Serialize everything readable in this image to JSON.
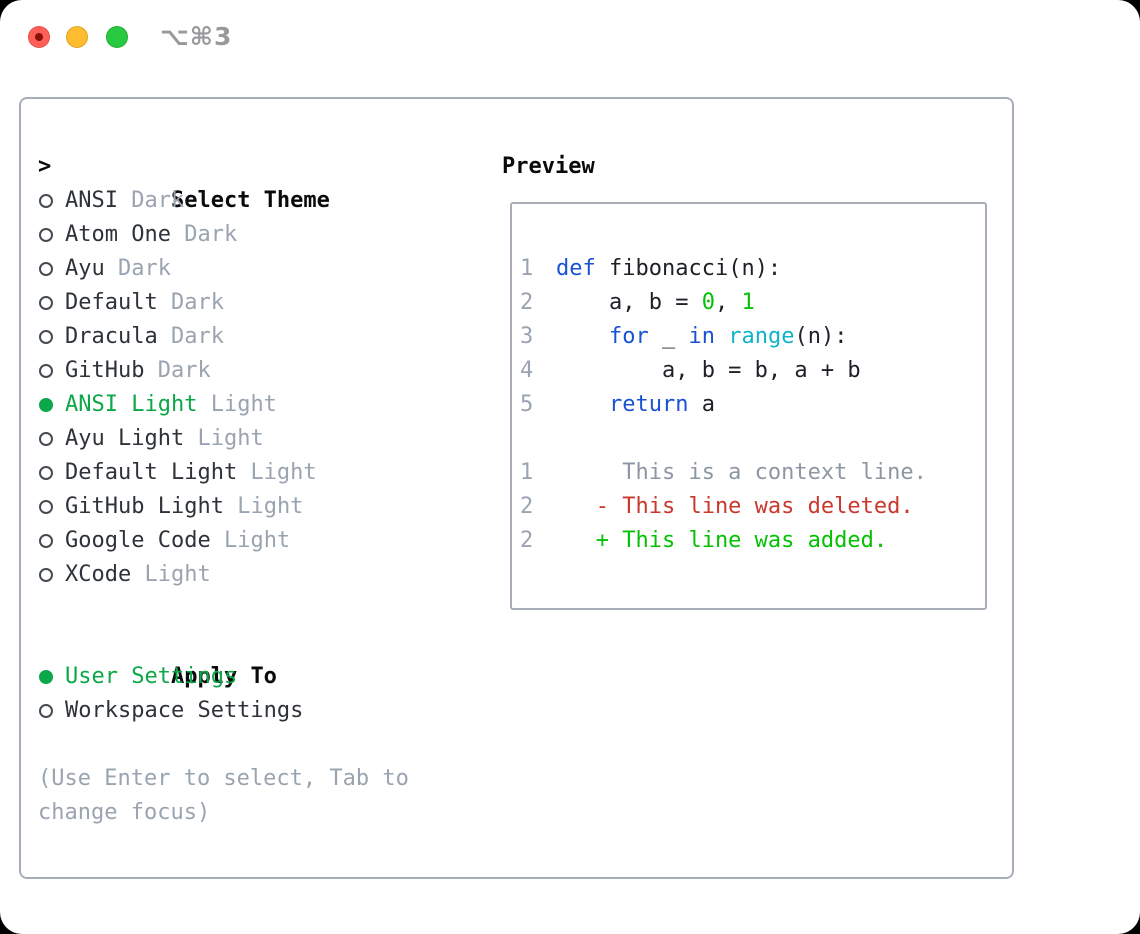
{
  "colors": {
    "accent_green": "#0ca748",
    "bright_green": "#04c104",
    "red": "#c9382c",
    "blue": "#1a52d4",
    "cyan": "#0fb4c6",
    "code_fg": "#1d2127",
    "item_fg": "#2e333a",
    "header_fg": "#0a0a0c",
    "muted_gray": "#9aa4b1",
    "context_gray": "#8d97a3",
    "border_gray": "#a7aeb8",
    "radio_outline": "#454b53",
    "chrome_red": "#ff5f57",
    "chrome_red_dot": "#891208",
    "chrome_yellow": "#febc2e",
    "chrome_green": "#28c840",
    "chrome_title": "#98989d"
  },
  "window": {
    "title": "⌥⌘3"
  },
  "theme_list": {
    "header_prefix": ">",
    "header_label": "Select Theme",
    "items": [
      {
        "name": "ANSI",
        "variant": "Dark",
        "selected": false
      },
      {
        "name": "Atom One",
        "variant": "Dark",
        "selected": false
      },
      {
        "name": "Ayu",
        "variant": "Dark",
        "selected": false
      },
      {
        "name": "Default",
        "variant": "Dark",
        "selected": false
      },
      {
        "name": "Dracula",
        "variant": "Dark",
        "selected": false
      },
      {
        "name": "GitHub",
        "variant": "Dark",
        "selected": false
      },
      {
        "name": "ANSI Light",
        "variant": "Light",
        "selected": true
      },
      {
        "name": "Ayu Light",
        "variant": "Light",
        "selected": false
      },
      {
        "name": "Default Light",
        "variant": "Light",
        "selected": false
      },
      {
        "name": "GitHub Light",
        "variant": "Light",
        "selected": false
      },
      {
        "name": "Google Code",
        "variant": "Light",
        "selected": false
      },
      {
        "name": "XCode",
        "variant": "Light",
        "selected": false
      }
    ]
  },
  "apply_to": {
    "header": "Apply To",
    "options": [
      {
        "label": "User Settings",
        "selected": true
      },
      {
        "label": "Workspace Settings",
        "selected": false
      }
    ]
  },
  "hint_lines": [
    "(Use Enter to select, Tab to",
    "change focus)"
  ],
  "preview": {
    "header": "Preview",
    "code_lines": [
      {
        "num": "1",
        "segments": [
          {
            "text": "def",
            "style": "kw"
          },
          {
            "text": " fibonacci(n):",
            "style": "fg"
          }
        ]
      },
      {
        "num": "2",
        "segments": [
          {
            "text": "    a, b = ",
            "style": "fg"
          },
          {
            "text": "0",
            "style": "num"
          },
          {
            "text": ", ",
            "style": "fg"
          },
          {
            "text": "1",
            "style": "num"
          }
        ]
      },
      {
        "num": "3",
        "segments": [
          {
            "text": "    ",
            "style": "fg"
          },
          {
            "text": "for",
            "style": "kw"
          },
          {
            "text": " _ ",
            "style": "fg"
          },
          {
            "text": "in",
            "style": "kw"
          },
          {
            "text": " ",
            "style": "fg"
          },
          {
            "text": "range",
            "style": "fn"
          },
          {
            "text": "(n):",
            "style": "fg"
          }
        ]
      },
      {
        "num": "4",
        "segments": [
          {
            "text": "        a, b = b, a + b",
            "style": "fg"
          }
        ]
      },
      {
        "num": "5",
        "segments": [
          {
            "text": "    ",
            "style": "fg"
          },
          {
            "text": "return",
            "style": "kw"
          },
          {
            "text": " a",
            "style": "fg"
          }
        ]
      }
    ],
    "diff_lines": [
      {
        "num": "1",
        "segments": [
          {
            "text": "     This is a context line.",
            "style": "ctx"
          }
        ]
      },
      {
        "num": "2",
        "segments": [
          {
            "text": "   - This line was deleted.",
            "style": "del"
          }
        ]
      },
      {
        "num": "2",
        "segments": [
          {
            "text": "   + This line was added.",
            "style": "add"
          }
        ]
      }
    ]
  }
}
